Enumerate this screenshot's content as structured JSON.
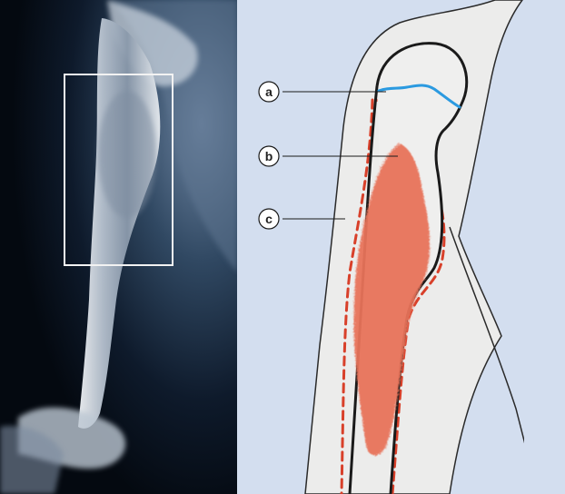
{
  "labels": {
    "a": "a",
    "b": "b",
    "c": "c"
  },
  "colors": {
    "background_panel": "#d3deef",
    "limb_fill": "#ececeb",
    "outline": "#1a1a1a",
    "tumor": "#e8735a",
    "margin_dashed": "#d8402a",
    "epiphyseal_line": "#2b9ae0",
    "xray_background": "#050b14",
    "xray_bone": "#e6ebf0",
    "roi_box": "#f2f2f2"
  },
  "annotations": [
    {
      "id": "a",
      "target": "epiphyseal-line"
    },
    {
      "id": "b",
      "target": "tumor-region"
    },
    {
      "id": "c",
      "target": "resection-margin"
    }
  ]
}
